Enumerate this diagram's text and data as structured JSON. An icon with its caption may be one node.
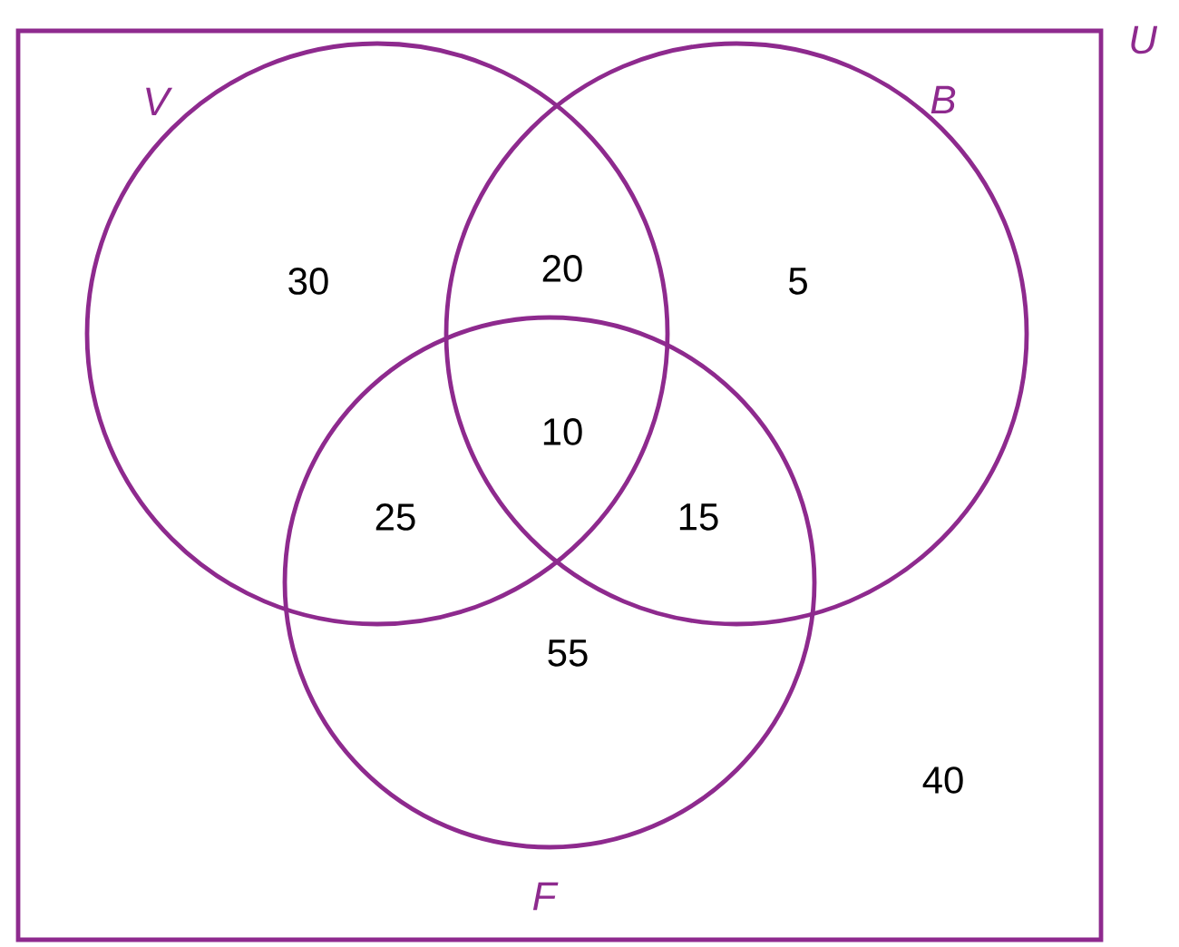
{
  "diagram": {
    "nodes": [
      {
        "text": [
          "U"
        ]
      },
      {
        "text": [
          "V"
        ],
        "in": 0
      },
      {
        "text": [
          "B"
        ],
        "in": 0
      },
      {
        "text": [
          "F"
        ],
        "in": 0
      }
    ],
    "labels": [
      "30",
      "20",
      "5",
      "10",
      "25",
      "15",
      "55",
      "40"
    ]
  }
}
